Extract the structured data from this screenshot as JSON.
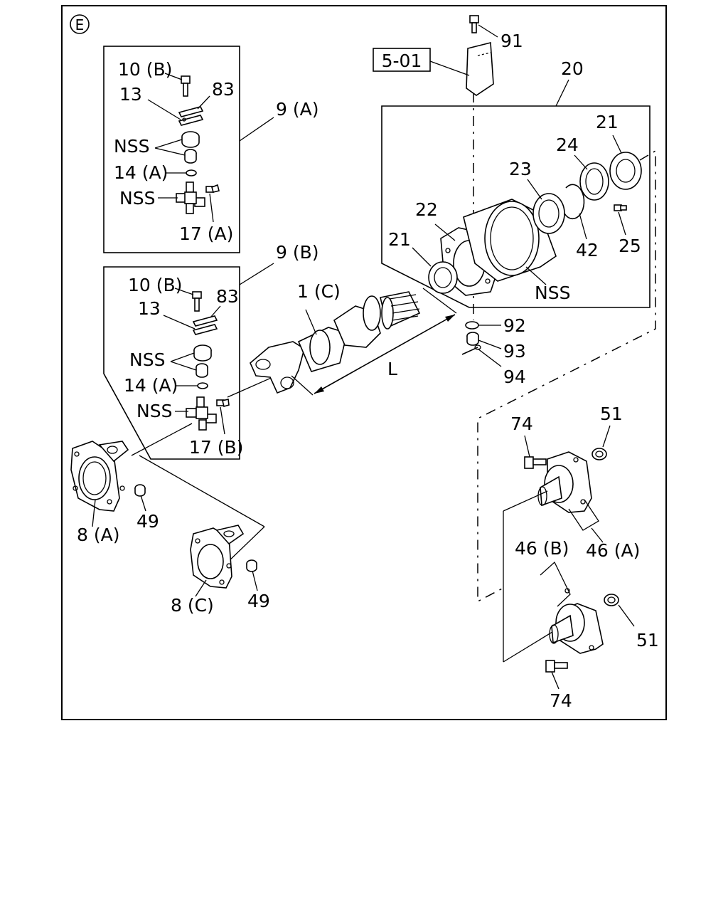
{
  "section_mark": "E",
  "ref_box": "5-01",
  "labels": {
    "p91": "91",
    "p20": "20",
    "p21_top": "21",
    "p24": "24",
    "p23": "23",
    "p22": "22",
    "p21_left": "21",
    "p42": "42",
    "p25": "25",
    "nss_bracket": "NSS",
    "p92": "92",
    "p93": "93",
    "p94": "94",
    "l_dim": "L",
    "p1c": "1 (C)",
    "p9a": "9 (A)",
    "p9b": "9 (B)",
    "a_10b": "10 (B)",
    "a_13": "13",
    "a_83": "83",
    "a_nss1": "NSS",
    "a_14a": "14 (A)",
    "a_nss2": "NSS",
    "a_17a": "17 (A)",
    "b_10b": "10 (B)",
    "b_83": "83",
    "b_13": "13",
    "b_nss1": "NSS",
    "b_14a": "14 (A)",
    "b_nss2": "NSS",
    "b_17b": "17 (B)",
    "p8a": "8 (A)",
    "p49a": "49",
    "p8c": "8 (C)",
    "p49c": "49",
    "p74_top": "74",
    "p51_top": "51",
    "p46a": "46 (A)",
    "p46b": "46 (B)",
    "p51_bot": "51",
    "p74_bot": "74"
  }
}
